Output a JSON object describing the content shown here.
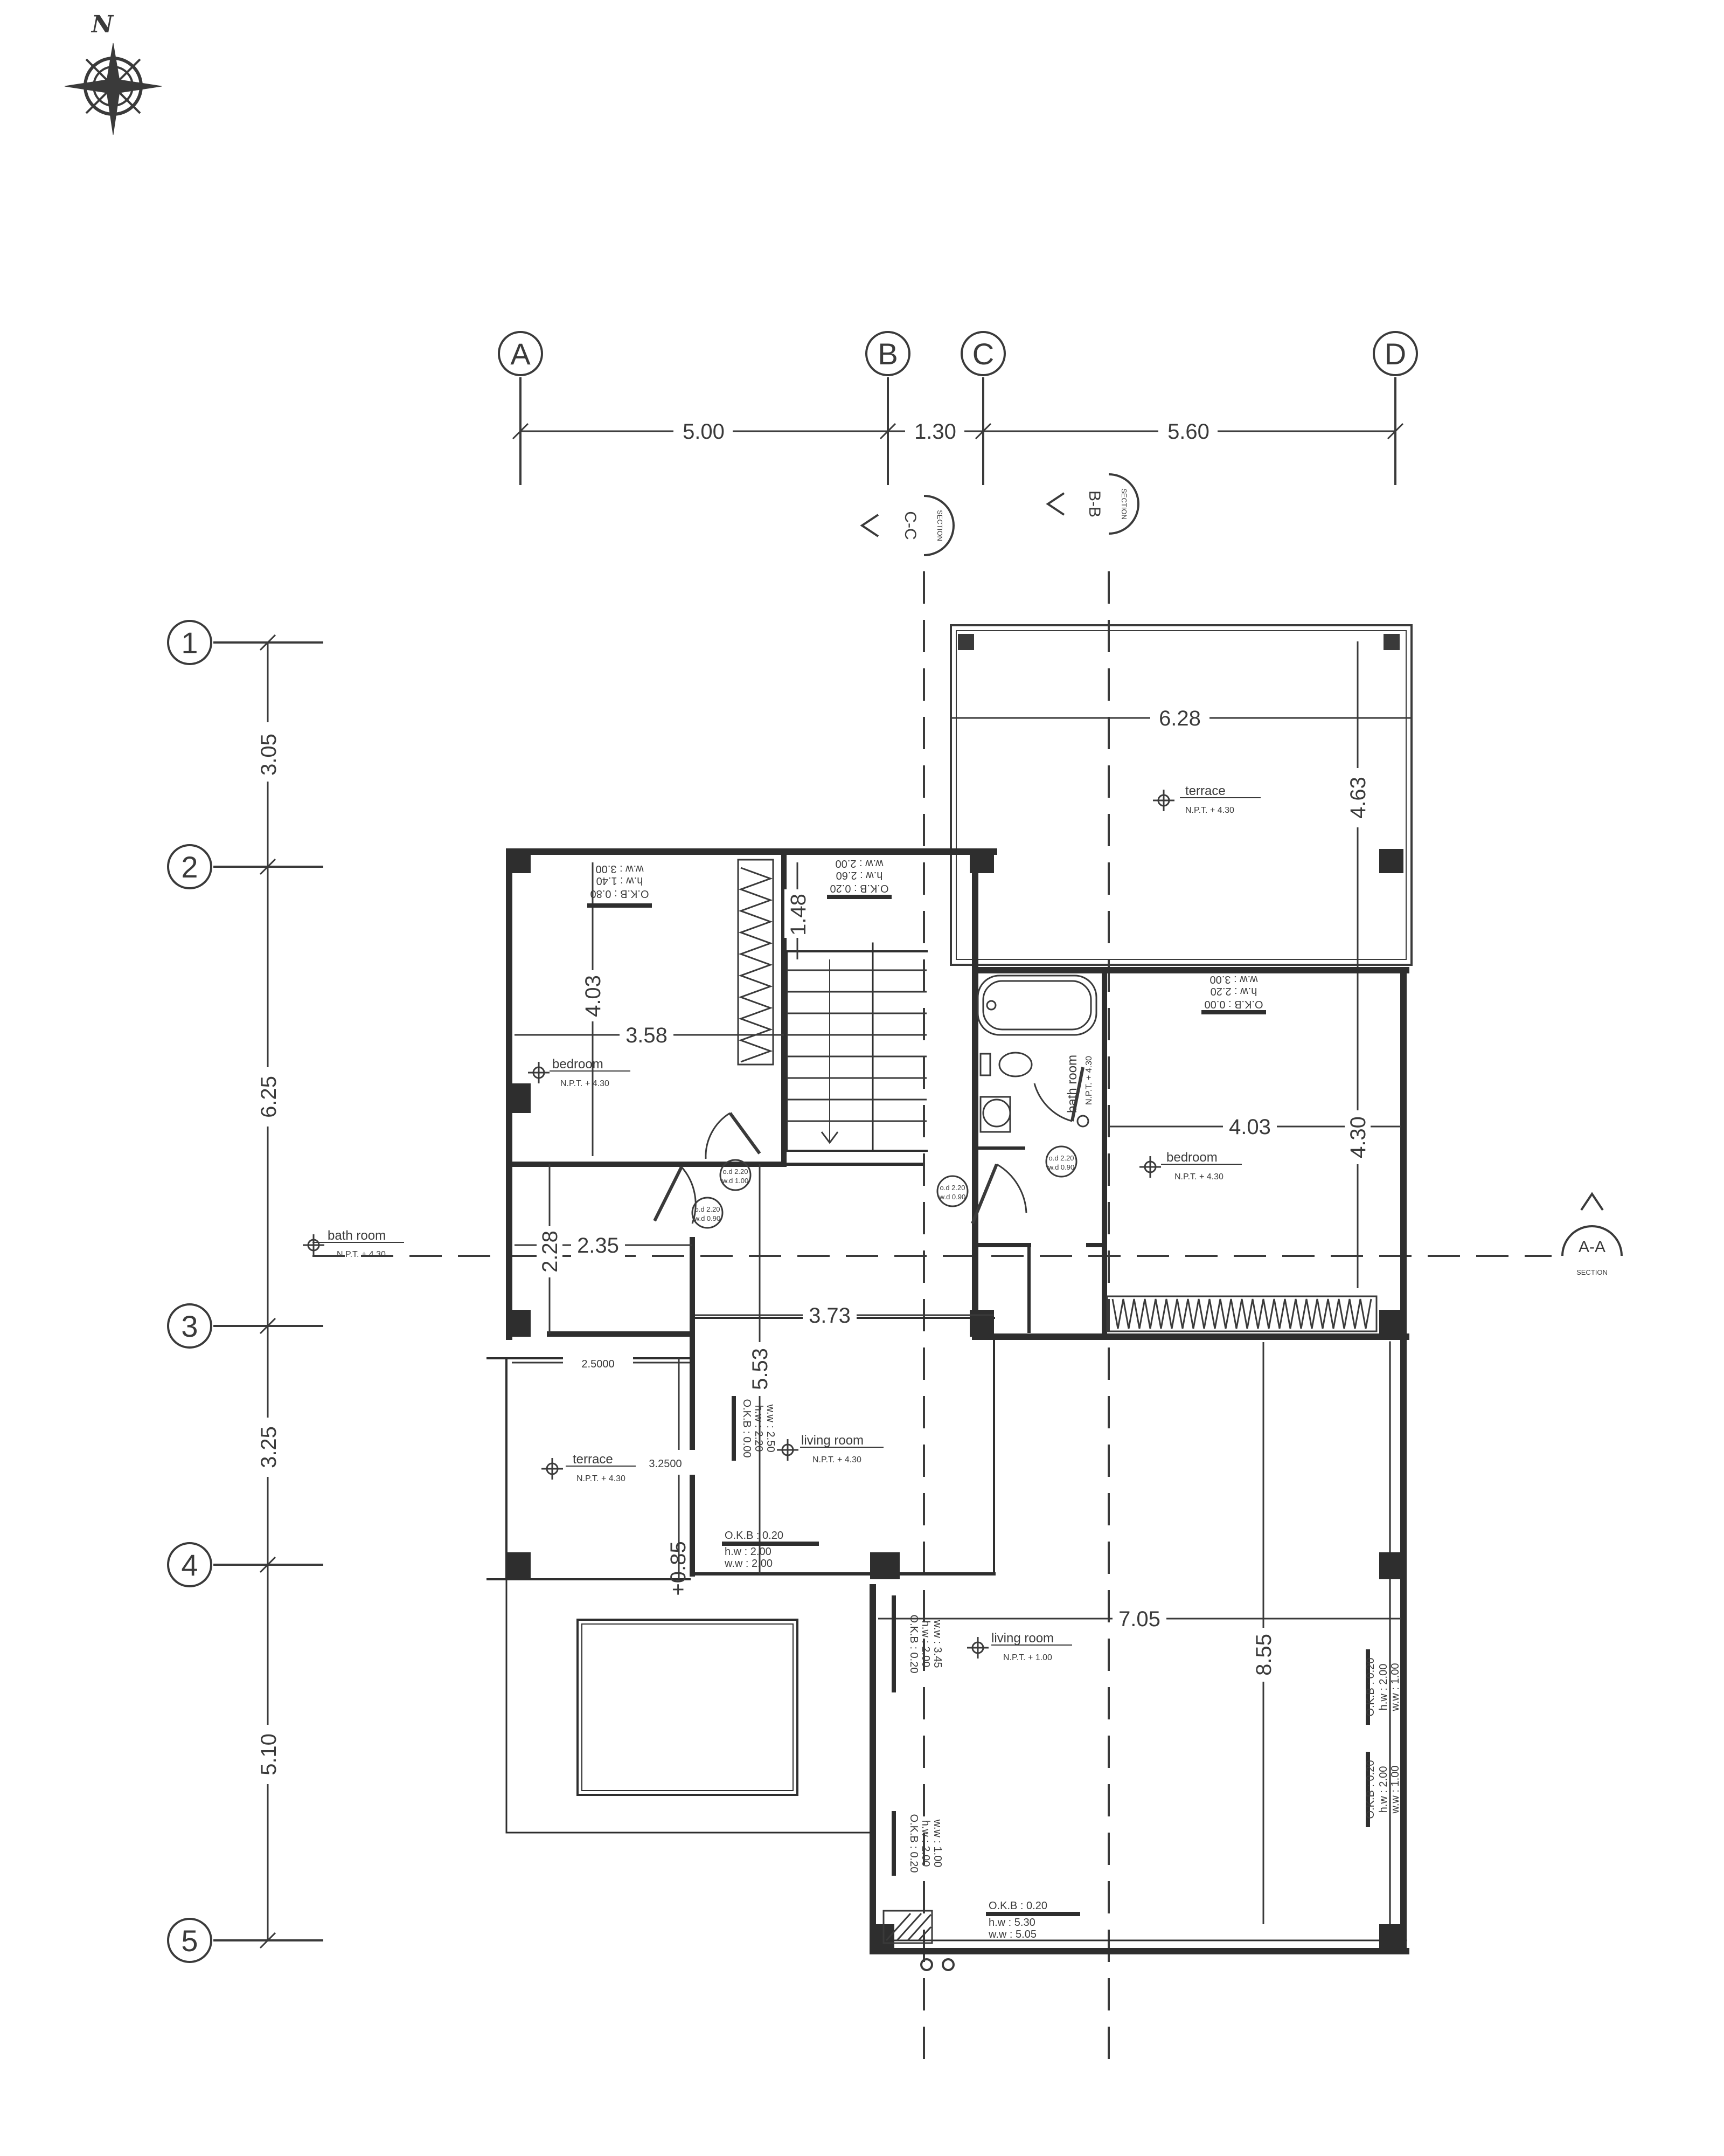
{
  "north_label": "N",
  "grid_columns": [
    "A",
    "B",
    "C",
    "D"
  ],
  "grid_rows": [
    "1",
    "2",
    "3",
    "4",
    "5"
  ],
  "column_dims": [
    "5.00",
    "1.30",
    "5.60"
  ],
  "row_dims": [
    "3.05",
    "6.25",
    "3.25",
    "5.10"
  ],
  "sections": {
    "aa": {
      "label": "A-A",
      "sub": "SECTION"
    },
    "bb": {
      "label": "B-B",
      "sub": "SECTION"
    },
    "cc": {
      "label": "C-C",
      "sub": "SECTION"
    }
  },
  "rooms": {
    "terrace_top": {
      "name": "terrace",
      "level": "N.P.T. + 4.30"
    },
    "bedroom_left": {
      "name": "bedroom",
      "level": "N.P.T. + 4.30"
    },
    "bedroom_right": {
      "name": "bedroom",
      "level": "N.P.T. + 4.30"
    },
    "bath_vert": {
      "name": "bath room",
      "level": "N.P.T. + 4.30"
    },
    "bath_left": {
      "name": "bath room",
      "level": "N.P.T. + 4.30"
    },
    "terrace_left": {
      "name": "terrace",
      "level": "N.P.T. + 4.30"
    },
    "living_upper": {
      "name": "living room",
      "level": "N.P.T. + 4.30"
    },
    "living_lower": {
      "name": "living room",
      "level": "N.P.T. + 1.00"
    }
  },
  "dims": {
    "terrace_w": "6.28",
    "terrace_h": "4.63",
    "stair_top": "1.48",
    "bed_left_h": "4.03",
    "bed_left_w": "3.58",
    "bed_right_w": "4.03",
    "bed_right_h": "4.30",
    "bath_w": "2.35",
    "bath_h": "2.28",
    "living_up_w": "3.73",
    "living_up_h": "5.53",
    "terrace_left_w": "2.5000",
    "terrace_left_h": "3.2500",
    "step_h": "+0.85",
    "living_low_w": "7.05",
    "living_low_h": "8.55"
  },
  "window_tags": {
    "bedroom_left": {
      "okb": "O.K.B :  0.80",
      "hw": "h.w :   1.40",
      "ww": "w.w :   3.00"
    },
    "stair": {
      "okb": "O.K.B :  0.20",
      "hw": "h.w :   2.60",
      "ww": "w.w :   2.00"
    },
    "bedroom_right": {
      "okb": "O.K.B :  0.00",
      "hw": "h.w :   2.20",
      "ww": "w.w :   3.00"
    },
    "living_up_v": {
      "okb": "O.K.B :  0.00",
      "hw": "h.w :   2.20",
      "ww": "w.w :   2.50"
    },
    "living_up_h": {
      "okb": "O.K.B :  0.20",
      "hw": "h.w :   2.00",
      "ww": "w.w :   2.00"
    },
    "living_low_1": {
      "okb": "O.K.B :  0.20",
      "hw": "h.w :   2.00",
      "ww": "w.w :   3.45"
    },
    "living_low_2": {
      "okb": "O.K.B :  0.20",
      "hw": "h.w :   2.00",
      "ww": "w.w :   1.00"
    },
    "right_1": {
      "okb": "O.K.B :  0.20",
      "hw": "h.w :   2.00",
      "ww": "w.w :   1.00"
    },
    "right_2": {
      "okb": "O.K.B :  0.20",
      "hw": "h.w :   2.00",
      "ww": "w.w :   1.00"
    },
    "bottom": {
      "okb": "O.K.B :  0.20",
      "hw": "h.w :   5.30",
      "ww": "w.w :   5.05"
    }
  },
  "door_tags": {
    "d1": {
      "a": "o.d 2.20",
      "b": "w.d 1.00"
    },
    "d2": {
      "a": "o.d 2.20",
      "b": "w.d 0.90"
    },
    "d3": {
      "a": "o.d 2.20",
      "b": "w.d 0.90"
    },
    "d4": {
      "a": "o.d 2.20",
      "b": "w.d 0.90"
    }
  }
}
